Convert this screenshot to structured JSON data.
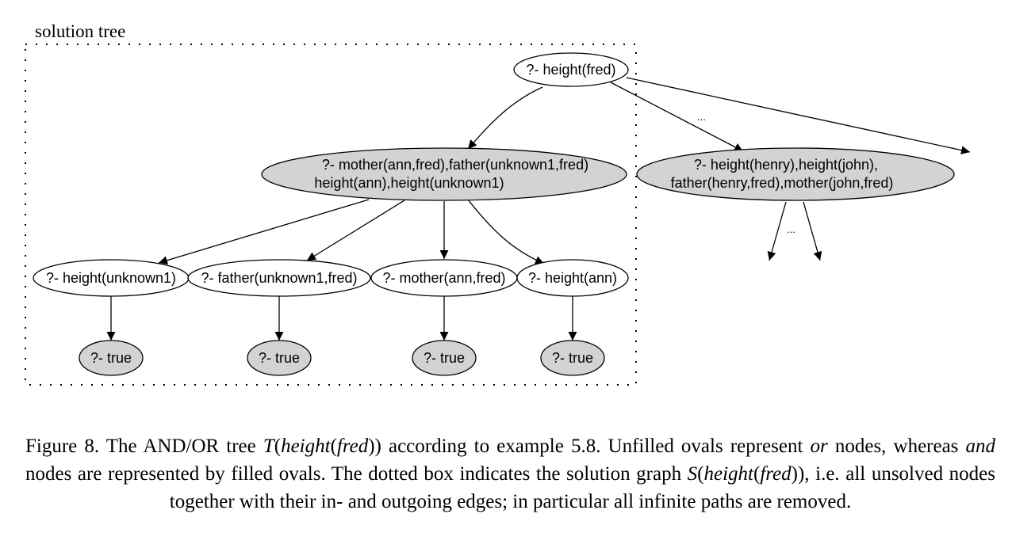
{
  "box_label": "solution tree",
  "nodes": {
    "root": {
      "line1": "?- height(fred)"
    },
    "and1": {
      "line1": "?- mother(ann,fred),father(unknown1,fred)",
      "line2": "height(ann),height(unknown1)"
    },
    "and2": {
      "line1": "?- height(henry),height(john),",
      "line2": "father(henry,fred),mother(john,fred)"
    },
    "or1": {
      "line1": "?- height(unknown1)"
    },
    "or2": {
      "line1": "?- father(unknown1,fred)"
    },
    "or3": {
      "line1": "?- mother(ann,fred)"
    },
    "or4": {
      "line1": "?- height(ann)"
    },
    "t1": {
      "line1": "?- true"
    },
    "t2": {
      "line1": "?- true"
    },
    "t3": {
      "line1": "?- true"
    },
    "t4": {
      "line1": "?- true"
    }
  },
  "ellipsis_top": "...",
  "ellipsis_right": "...",
  "caption": {
    "p1": "Figure 8. The AND/OR tree ",
    "t_sym": "T",
    "p2": "(",
    "arg1": "height",
    "p3": "(",
    "arg2": "fred",
    "p4": ")) according to example 5.8. Unfilled ovals represent ",
    "or_word": "or",
    "p5": " nodes, whereas ",
    "and_word": "and",
    "p6": " nodes are represented by filled ovals. The dotted box indicates the solution graph ",
    "s_sym": "S",
    "p7": "(",
    "arg3": "height",
    "p8": "(",
    "arg4": "fred",
    "p9": ")), i.e. all unsolved nodes together with their in- and outgoing edges; in particular all infinite paths are removed."
  },
  "colors": {
    "and_fill": "#d3d3d3",
    "or_fill": "#ffffff",
    "stroke": "#000000"
  }
}
